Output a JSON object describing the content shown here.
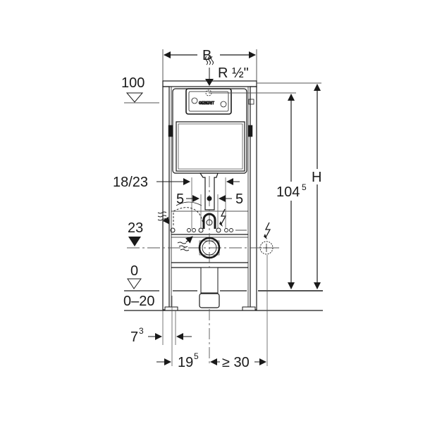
{
  "diagram": {
    "type": "installation-dimension-drawing",
    "subject": "wall-hung WC installation frame with concealed cistern",
    "brand_mark": "GEBERIT",
    "colors": {
      "line": "#1a1a1a",
      "thin_line": "#555555",
      "background": "#ffffff"
    },
    "labels": {
      "width": "B",
      "water_connection": "R ½\"",
      "height": "H",
      "height_to_flush": "104",
      "height_to_flush_sup": "5",
      "level_top": "100",
      "level_wc": "23",
      "level_floor": "0",
      "floor_adjust": "0–20",
      "side_offset": "18/23",
      "left_5": "5",
      "right_5": "5",
      "foot_offset": "7",
      "foot_offset_sup": "3",
      "axis_offset": "19",
      "axis_offset_sup": "5",
      "min_clearance": "≥ 30"
    },
    "symbols": [
      {
        "name": "water-supply-icon",
        "meaning": "water supply connection (top)"
      },
      {
        "name": "water-supply-icon",
        "meaning": "water supply connection (left)"
      },
      {
        "name": "waste-flow-icon",
        "meaning": "waste water flow"
      },
      {
        "name": "electric-icon",
        "meaning": "electrical connection (center)"
      },
      {
        "name": "electric-icon",
        "meaning": "electrical connection (right, optional socket)"
      },
      {
        "name": "level-triangle-open",
        "meaning": "reference level marker"
      },
      {
        "name": "level-triangle-filled",
        "meaning": "waste outlet level marker"
      }
    ]
  }
}
